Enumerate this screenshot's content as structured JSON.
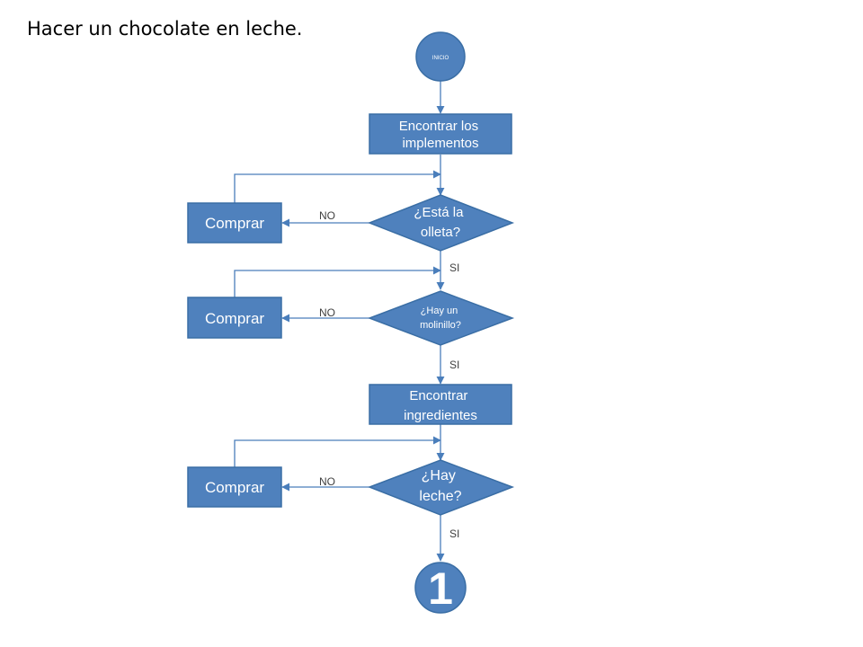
{
  "title": "Hacer un chocolate en leche.",
  "nodes": {
    "start": "INICIO",
    "find_tools": [
      "Encontrar los",
      "implementos"
    ],
    "q_pot": [
      "¿Está la",
      "olleta?"
    ],
    "buy_1": "Comprar",
    "q_whisk": [
      "¿Hay un",
      "molinillo?"
    ],
    "buy_2": "Comprar",
    "find_ingredients": [
      "Encontrar",
      "ingredientes"
    ],
    "q_milk": [
      "¿Hay",
      "leche?"
    ],
    "buy_3": "Comprar",
    "connector": "1"
  },
  "edge_labels": {
    "no": "NO",
    "yes": "SI"
  },
  "colors": {
    "shape_fill": "#4f81bd",
    "shape_stroke": "#3a6ea5",
    "connector_line": "#4a7ebb"
  }
}
